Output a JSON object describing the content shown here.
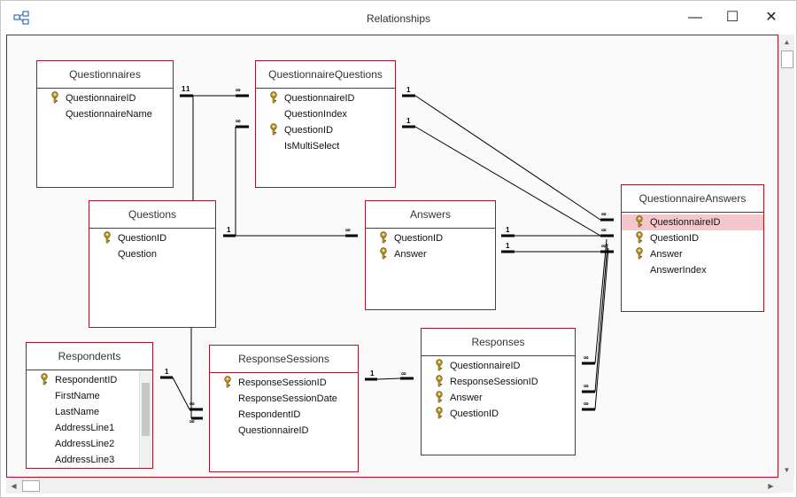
{
  "window": {
    "title": "Relationships",
    "minimize_glyph": "—",
    "maximize_glyph": "☐",
    "close_glyph": "✕"
  },
  "tables": {
    "questionnaires": {
      "title": "Questionnaires",
      "fields": [
        {
          "name": "QuestionnaireID",
          "key": true
        },
        {
          "name": "QuestionnaireName",
          "key": false
        }
      ]
    },
    "questionnaire_questions": {
      "title": "QuestionnaireQuestions",
      "fields": [
        {
          "name": "QuestionnaireID",
          "key": true
        },
        {
          "name": "QuestionIndex",
          "key": false
        },
        {
          "name": "QuestionID",
          "key": true
        },
        {
          "name": "IsMultiSelect",
          "key": false
        }
      ]
    },
    "questions": {
      "title": "Questions",
      "fields": [
        {
          "name": "QuestionID",
          "key": true
        },
        {
          "name": "Question",
          "key": false
        }
      ]
    },
    "answers": {
      "title": "Answers",
      "fields": [
        {
          "name": "QuestionID",
          "key": true
        },
        {
          "name": "Answer",
          "key": true
        }
      ]
    },
    "questionnaire_answers": {
      "title": "QuestionnaireAnswers",
      "selected_field": "QuestionnaireID",
      "fields": [
        {
          "name": "QuestionnaireID",
          "key": true
        },
        {
          "name": "QuestionID",
          "key": true
        },
        {
          "name": "Answer",
          "key": true
        },
        {
          "name": "AnswerIndex",
          "key": false
        }
      ]
    },
    "respondents": {
      "title": "Respondents",
      "fields": [
        {
          "name": "RespondentID",
          "key": true
        },
        {
          "name": "FirstName",
          "key": false
        },
        {
          "name": "LastName",
          "key": false
        },
        {
          "name": "AddressLine1",
          "key": false
        },
        {
          "name": "AddressLine2",
          "key": false
        },
        {
          "name": "AddressLine3",
          "key": false
        }
      ]
    },
    "response_sessions": {
      "title": "ResponseSessions",
      "fields": [
        {
          "name": "ResponseSessionID",
          "key": true
        },
        {
          "name": "ResponseSessionDate",
          "key": false
        },
        {
          "name": "RespondentID",
          "key": false
        },
        {
          "name": "QuestionnaireID",
          "key": false
        }
      ]
    },
    "responses": {
      "title": "Responses",
      "fields": [
        {
          "name": "QuestionnaireID",
          "key": true
        },
        {
          "name": "ResponseSessionID",
          "key": true
        },
        {
          "name": "Answer",
          "key": true
        },
        {
          "name": "QuestionID",
          "key": true
        }
      ]
    }
  },
  "cardinality": {
    "one": "1",
    "many": "∞"
  },
  "colors": {
    "table_border": "#a0162a",
    "selected_row": "#f4c7cc",
    "key_icon": "#c9a227"
  }
}
